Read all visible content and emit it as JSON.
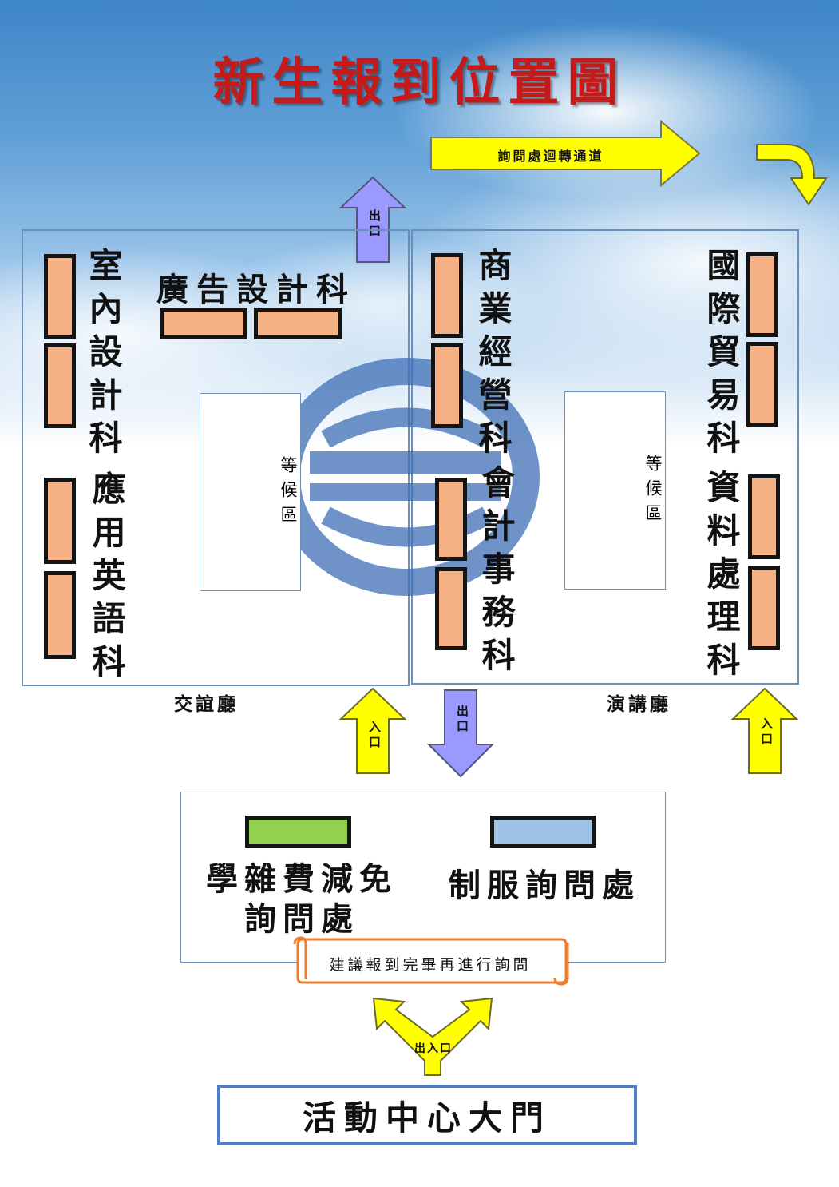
{
  "title": "新生報到位置圖",
  "top_arrow_label": "詢問處迴轉通道",
  "exits": {
    "top_exit": "出口",
    "middle_exit": "出口",
    "left_entrance": "入口",
    "right_entrance": "入口",
    "main_doorway": "出入口"
  },
  "halls": {
    "left": {
      "name": "交誼廳",
      "wait_area": "等候區",
      "dept_interior": "室內設計科",
      "dept_advertising": "廣告設計科",
      "dept_english": "應用英語科"
    },
    "right": {
      "name": "演講廳",
      "wait_area": "等候區",
      "dept_business": "商業經營科",
      "dept_accounting": "會計事務科",
      "dept_trade": "國際貿易科",
      "dept_data": "資料處理科"
    }
  },
  "info_area": {
    "tuition_line1": "學雜費減免",
    "tuition_line2": "詢問處",
    "uniform": "制服詢問處",
    "notice": "建議報到完畢再進行詢問"
  },
  "main_gate": "活動中心大門",
  "colors": {
    "title": "#c51a1a",
    "desk": "#f5b183",
    "tuition_desk": "#92d050",
    "uniform_desk": "#9dc3e6",
    "arrow_yellow": "#ffff00",
    "arrow_purple": "#9999ff",
    "notice_border": "#ed7d31"
  }
}
